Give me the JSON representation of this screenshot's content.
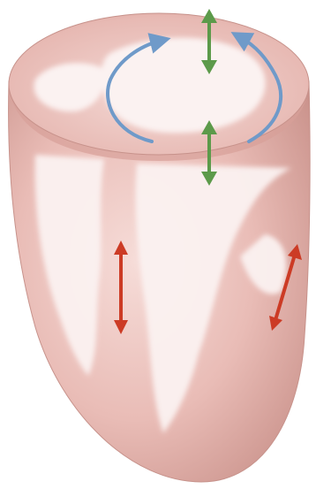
{
  "diagram": {
    "subject": "heart-ventricle-motion",
    "colors": {
      "background": "#ffffff",
      "tissue": "#e6b3ad",
      "tissue_dark": "#c98f88",
      "tissue_light": "#f3d2ce",
      "highlight": "#fbf2f1",
      "rotation_arrow": "#6f9ac9",
      "base_arrow": "#5c9a4a",
      "wall_arrow": "#cc3b25"
    },
    "motions": [
      {
        "name": "rotation",
        "icon": "curved-arrow-icon",
        "count": 2,
        "color_key": "rotation_arrow"
      },
      {
        "name": "longitudinal-base",
        "icon": "double-arrow-icon",
        "count": 2,
        "color_key": "base_arrow"
      },
      {
        "name": "wall",
        "icon": "double-arrow-icon",
        "count": 2,
        "color_key": "wall_arrow"
      }
    ]
  }
}
